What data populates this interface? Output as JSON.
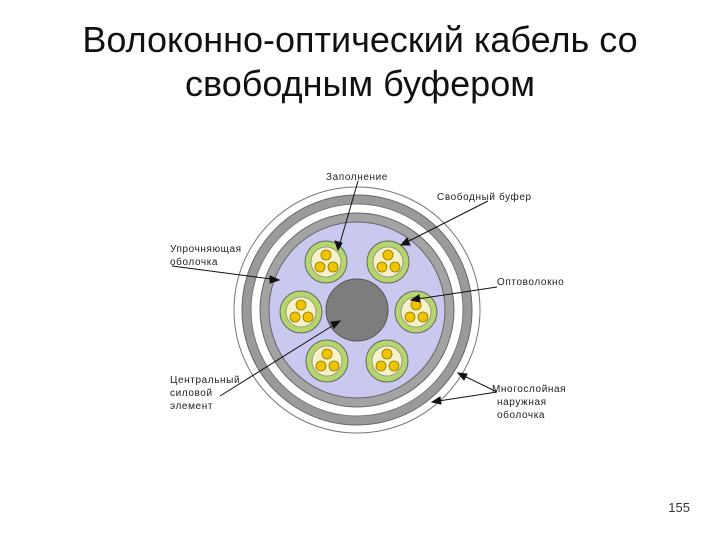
{
  "title": {
    "line1": "Волоконно-оптический кабель со",
    "line2": "свободным буфером"
  },
  "labels": {
    "filling": "Заполнение",
    "loose_buffer": "Свободный буфер",
    "strength_line1": "Упрочняющая",
    "strength_line2": "оболочка",
    "fiber": "Оптоволокно",
    "central_line1": "Центральный",
    "central_line2": "силовой",
    "central_line3": "элемент",
    "outer_line1": "Многослойная",
    "outer_line2": "наружная",
    "outer_line3": "оболочка"
  },
  "page_number": "155",
  "colors": {
    "title_text": "#111111",
    "outer_ring": "#9a9a9a",
    "inner_fill": "#c9c9ef",
    "buffer_tube": "#b5d66a",
    "tube_core": "#f6f1c9",
    "fiber": "#f2c400",
    "central_member": "#7d7d7d"
  }
}
